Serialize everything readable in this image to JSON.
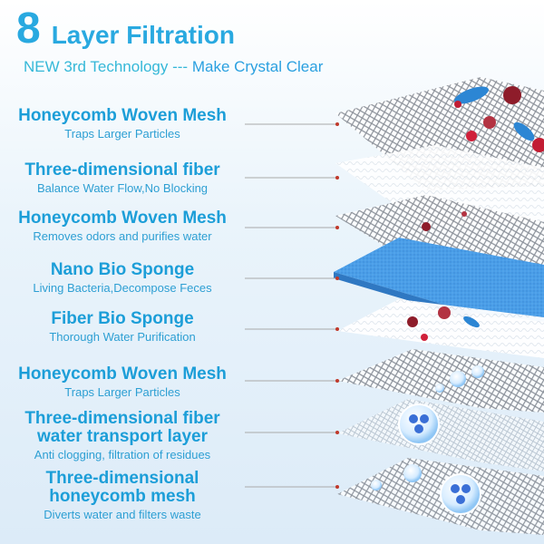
{
  "header": {
    "number": "8",
    "title": "Layer Filtration",
    "subtitle_prefix": "NEW 3rd Technology ---",
    "subtitle_emphasis": "Make Crystal Clear"
  },
  "layers": [
    {
      "title": "Honeycomb Woven Mesh",
      "desc": "Traps Larger Particles"
    },
    {
      "title": "Three-dimensional fiber",
      "desc": "Balance Water Flow,No Blocking"
    },
    {
      "title": "Honeycomb Woven Mesh",
      "desc": "Removes odors and purifies water"
    },
    {
      "title": "Nano Bio Sponge",
      "desc": "Living Bacteria,Decompose Feces"
    },
    {
      "title": "Fiber Bio Sponge",
      "desc": "Thorough Water Purification"
    },
    {
      "title": "Honeycomb Woven Mesh",
      "desc": "Traps Larger Particles"
    },
    {
      "title": "Three-dimensional fiber",
      "title2": "water transport layer",
      "desc": "Anti clogging, filtration of residues"
    },
    {
      "title": "Three-dimensional",
      "title2": "honeycomb mesh",
      "desc": "Diverts water and filters waste"
    }
  ],
  "colors": {
    "accent": "#29a9e0",
    "sponge": "#4a9ee8",
    "pointer": "#c0392b"
  }
}
